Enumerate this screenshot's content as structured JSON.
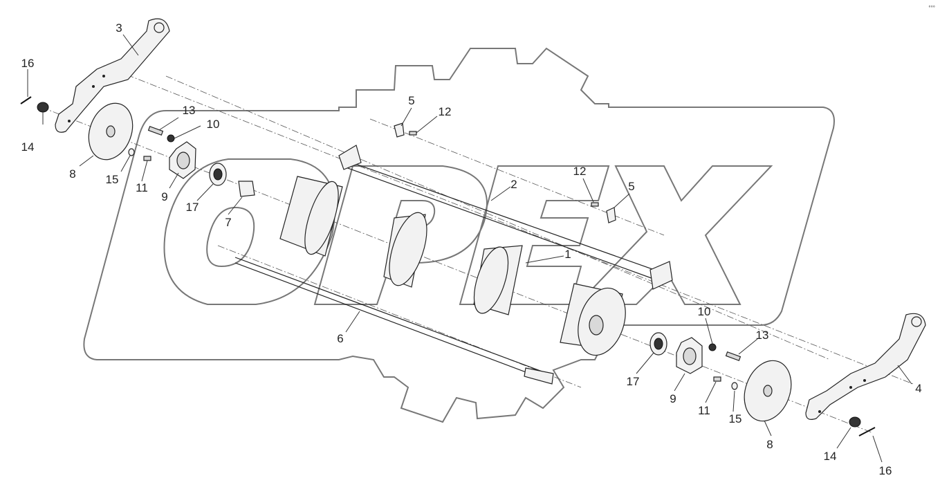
{
  "watermark": {
    "text": "OPEX",
    "color": "#777777"
  },
  "corner_mark": {
    "text": "°°°"
  },
  "callouts": [
    {
      "id": "c3",
      "text": "3"
    },
    {
      "id": "c16a",
      "text": "16"
    },
    {
      "id": "c14a",
      "text": "14"
    },
    {
      "id": "c8a",
      "text": "8"
    },
    {
      "id": "c15a",
      "text": "15"
    },
    {
      "id": "c11a",
      "text": "11"
    },
    {
      "id": "c13a",
      "text": "13"
    },
    {
      "id": "c10a",
      "text": "10"
    },
    {
      "id": "c9a",
      "text": "9"
    },
    {
      "id": "c17a",
      "text": "17"
    },
    {
      "id": "c7",
      "text": "7"
    },
    {
      "id": "c5a",
      "text": "5"
    },
    {
      "id": "c12a",
      "text": "12"
    },
    {
      "id": "c2",
      "text": "2"
    },
    {
      "id": "c12b",
      "text": "12"
    },
    {
      "id": "c5b",
      "text": "5"
    },
    {
      "id": "c1",
      "text": "1"
    },
    {
      "id": "c6",
      "text": "6"
    },
    {
      "id": "c10b",
      "text": "10"
    },
    {
      "id": "c13b",
      "text": "13"
    },
    {
      "id": "c17b",
      "text": "17"
    },
    {
      "id": "c9b",
      "text": "9"
    },
    {
      "id": "c11b",
      "text": "11"
    },
    {
      "id": "c15b",
      "text": "15"
    },
    {
      "id": "c8b",
      "text": "8"
    },
    {
      "id": "c4",
      "text": "4"
    },
    {
      "id": "c14b",
      "text": "14"
    },
    {
      "id": "c16b",
      "text": "16"
    }
  ]
}
